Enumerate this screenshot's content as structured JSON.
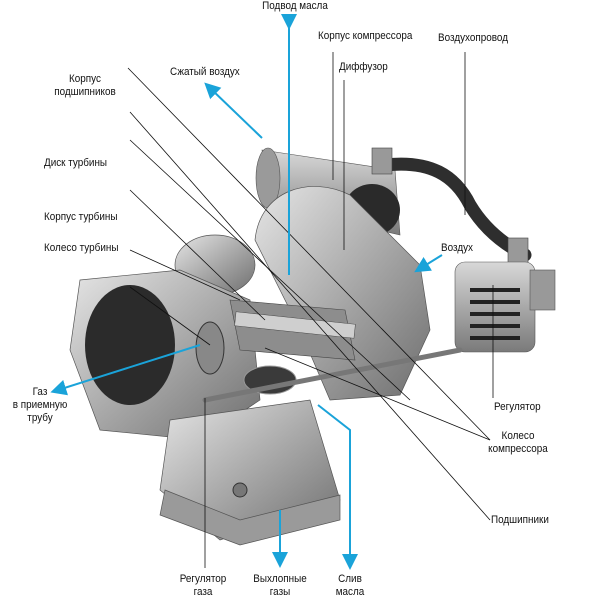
{
  "title": "Устройство турбокомпрессора",
  "colors": {
    "flow_arrow": "#1aa3d9",
    "leader_line": "#111111",
    "metal": "#b8b8b8"
  },
  "labels": {
    "oil_inlet": "Подвод масла",
    "compressor_housing": "Корпус компрессора",
    "air_duct": "Воздухопровод",
    "diffuser": "Диффузор",
    "compressed_air": "Сжатый воздух",
    "bearing_housing_1": "Корпус",
    "bearing_housing_2": "подшипников",
    "turbine_disc": "Диск турбины",
    "turbine_housing": "Корпус турбины",
    "turbine_wheel": "Колесо турбины",
    "air": "Воздух",
    "gas_out_1": "Газ",
    "gas_out_2": "в приемную",
    "gas_out_3": "трубу",
    "regulator": "Регулятор",
    "compressor_wheel_1": "Колесо",
    "compressor_wheel_2": "компрессора",
    "bearings": "Подшипники",
    "gas_regulator_1": "Регулятор",
    "gas_regulator_2": "газа",
    "exhaust_1": "Выхлопные",
    "exhaust_2": "газы",
    "oil_drain_1": "Слив",
    "oil_drain_2": "масла"
  }
}
